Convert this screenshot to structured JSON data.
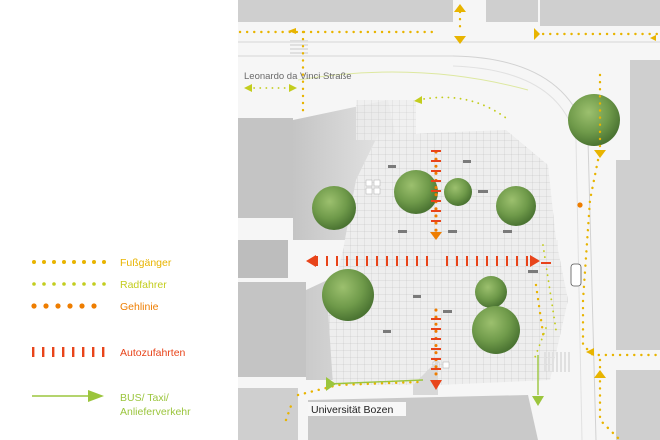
{
  "legend": {
    "items": [
      {
        "label": "Fußgänger",
        "color": "#e8b400"
      },
      {
        "label": "Radfahrer",
        "color": "#c3cd1e"
      },
      {
        "label": "Gehlinie",
        "color": "#ee7d00"
      },
      {
        "label": "Autozufahrten",
        "color": "#e8441a"
      },
      {
        "label": "BUS/ Taxi/",
        "label2": "Anlieferverkehr",
        "color": "#9bc53d"
      }
    ]
  },
  "map": {
    "street_label": "Leonardo da Vinci Straße",
    "building_label": "Universität Bozen",
    "colors": {
      "building": "#c8c8c8",
      "street": "#ffffff",
      "tree": "#6f9a4a",
      "plaza": "#e4e4e4"
    }
  }
}
